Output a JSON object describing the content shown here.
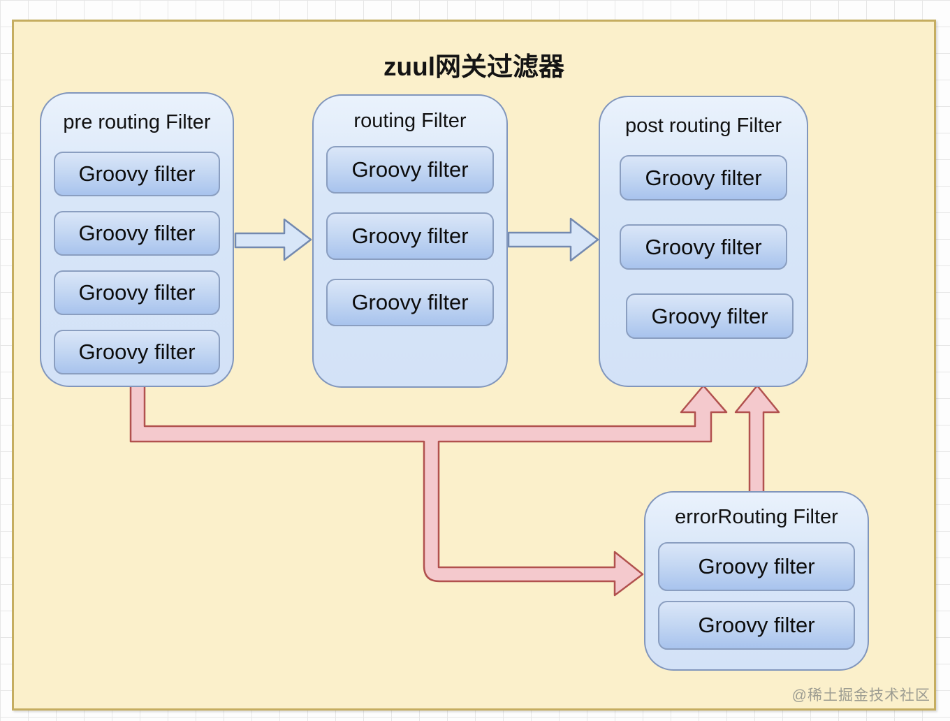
{
  "title": "zuul网关过滤器",
  "watermark": "@稀土掘金技术社区",
  "groups": [
    {
      "id": "pre",
      "title": "pre routing Filter",
      "filters": [
        "Groovy filter",
        "Groovy filter",
        "Groovy filter",
        "Groovy filter"
      ]
    },
    {
      "id": "routing",
      "title": "routing Filter",
      "filters": [
        "Groovy filter",
        "Groovy filter",
        "Groovy filter"
      ]
    },
    {
      "id": "post",
      "title": "post routing Filter",
      "filters": [
        "Groovy filter",
        "Groovy filter",
        "Groovy filter"
      ]
    },
    {
      "id": "error",
      "title": "errorRouting Filter",
      "filters": [
        "Groovy filter",
        "Groovy filter"
      ]
    }
  ],
  "arrows": [
    {
      "type": "flow",
      "from": "pre routing Filter",
      "to": "routing Filter"
    },
    {
      "type": "flow",
      "from": "routing Filter",
      "to": "post routing Filter"
    },
    {
      "type": "error",
      "from": "pre routing Filter",
      "to": "post routing Filter"
    },
    {
      "type": "error",
      "from": "pre routing Filter",
      "to": "errorRouting Filter"
    },
    {
      "type": "error",
      "from": "errorRouting Filter",
      "to": "post routing Filter"
    }
  ],
  "colors": {
    "canvas_background": "#fbf0cb",
    "canvas_border": "#c5ad60",
    "grid_line": "#e6e6e6",
    "box_fill": "#d8e6f8",
    "box_border": "#8196bc",
    "button_fill_top": "#dae6f8",
    "button_fill_bottom": "#a8c3ed",
    "button_border": "#8a9ec0",
    "flow_arrow_fill": "#d8e6f8",
    "flow_arrow_stroke": "#7389af",
    "error_arrow_fill": "#f4c9cd",
    "error_arrow_stroke": "#b1514e",
    "title_text": "#141414",
    "watermark_text": "#9d9d92"
  }
}
